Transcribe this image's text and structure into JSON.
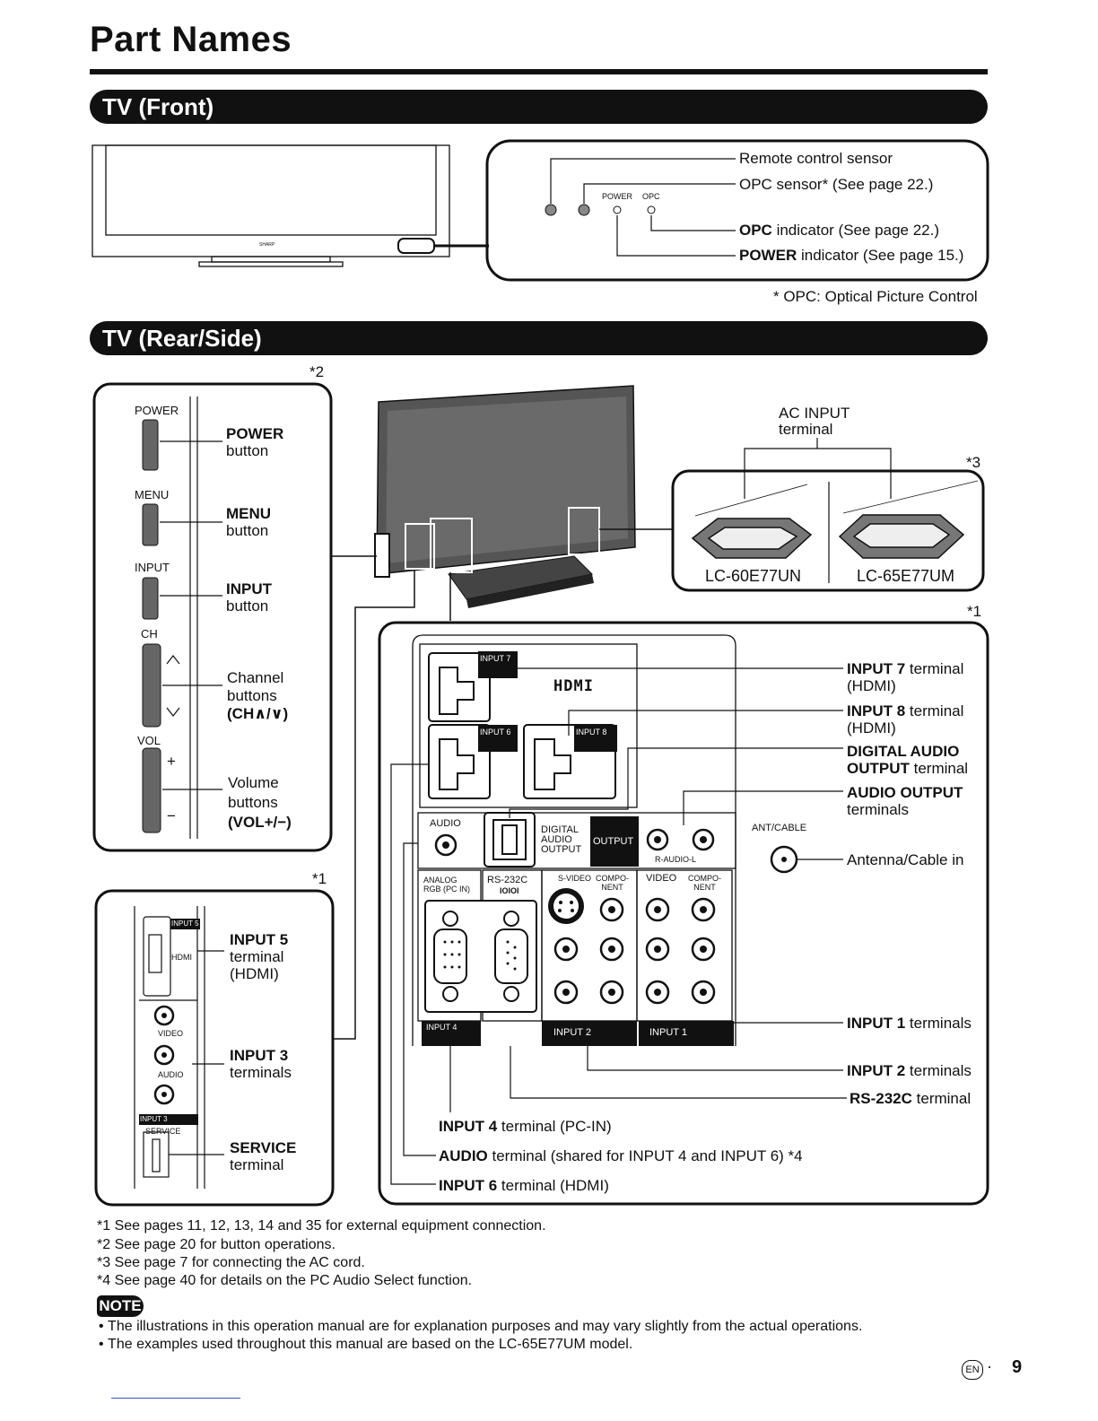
{
  "page": {
    "title": "Part Names",
    "page_number": "9",
    "lang_badge": "EN"
  },
  "front": {
    "header": "TV (Front)",
    "remote_sensor": "Remote control sensor",
    "opc_sensor": "OPC sensor* (See page 22.)",
    "opc_indicator_bold": "OPC",
    "opc_indicator_rest": " indicator (See page 22.)",
    "power_indicator_bold": "POWER",
    "power_indicator_rest": " indicator (See page 15.)",
    "mini_power": "POWER",
    "mini_opc": "OPC",
    "tv_brand": "SHARP",
    "footnote": "* OPC: Optical Picture Control"
  },
  "rear": {
    "header": "TV (Rear/Side)",
    "star2": "*2",
    "star1_left": "*1",
    "star1_right": "*1",
    "star3": "*3",
    "ac_input_line1": "AC INPUT",
    "ac_input_line2": "terminal",
    "model_60": "LC-60E77UN",
    "model_65": "LC-65E77UM",
    "side_buttons": {
      "power_small": "POWER",
      "menu_small": "MENU",
      "input_small": "INPUT",
      "ch_small": "CH",
      "vol_small": "VOL",
      "plus": "+",
      "minus": "−",
      "power_label_bold": "POWER",
      "power_label_rest": "button",
      "menu_label_bold": "MENU",
      "menu_label_rest": "button",
      "input_label_bold": "INPUT",
      "input_label_rest": "button",
      "channel_line1": "Channel",
      "channel_line2": "buttons",
      "channel_line3": "(CH∧/∨)",
      "volume_line1": "Volume",
      "volume_line2": "buttons",
      "volume_line3": "(VOL+/−)"
    },
    "side_terminals": {
      "input5_small": "INPUT 5",
      "hdmi_small": "HDMI",
      "video_small": "VIDEO",
      "audio_small": "AUDIO",
      "input3_small": "INPUT 3",
      "service_small": "SERVICE",
      "input5_bold": "INPUT 5",
      "input5_line2": "terminal",
      "input5_line3": "(HDMI)",
      "input3_bold": "INPUT 3",
      "input3_line2": "terminals",
      "service_bold": "SERVICE",
      "service_line2": "terminal"
    },
    "rear_panel": {
      "input7_small": "INPUT 7",
      "input6_small": "INPUT 6",
      "input8_small": "INPUT 8",
      "hdmi_logo": "HDMI",
      "audio_small": "AUDIO",
      "digital_audio_output_small": [
        "DIGITAL",
        "AUDIO",
        "OUTPUT"
      ],
      "output_small": "OUTPUT",
      "r_audio_l": "R-AUDIO-L",
      "ant_cable": "ANT/CABLE",
      "analog_rgb": [
        "ANALOG",
        "RGB (PC IN)"
      ],
      "rs232c_small": "RS-232C",
      "rs232c_glyph": "IOIOI",
      "svideo": "S-VIDEO",
      "component": [
        "COMPO-",
        "NENT"
      ],
      "video": "VIDEO",
      "input4_small": "INPUT 4",
      "input2_small": "INPUT 2",
      "input1_small": "INPUT 1",
      "input7_bold": "INPUT 7",
      "input7_rest": " terminal",
      "input7_sub": "(HDMI)",
      "input8_bold": "INPUT 8",
      "input8_rest": " terminal",
      "input8_sub": "(HDMI)",
      "digital_audio_bold1": "DIGITAL AUDIO",
      "digital_audio_bold2": "OUTPUT",
      "digital_audio_rest": " terminal",
      "audio_output_bold": "AUDIO OUTPUT",
      "audio_output_sub": "terminals",
      "antenna": "Antenna/Cable in",
      "input1_bold": "INPUT 1",
      "input1_rest": " terminals",
      "input2_bold": "INPUT 2",
      "input2_rest": " terminals",
      "rs232c_bold": "RS-232C",
      "rs232c_rest": " terminal",
      "input4_bold": "INPUT 4",
      "input4_rest": " terminal (PC-IN)",
      "audio_bold": "AUDIO",
      "audio_rest": " terminal (shared for INPUT 4 and INPUT 6) *4",
      "input6_bold": "INPUT 6",
      "input6_rest": " terminal (HDMI)"
    }
  },
  "footnotes": [
    "*1 See pages 11, 12, 13, 14 and 35 for external equipment connection.",
    "*2 See page 20 for button operations.",
    "*3 See page 7 for connecting the AC cord.",
    "*4 See page 40 for details on the PC Audio Select function."
  ],
  "note": {
    "badge": "NOTE",
    "items": [
      "The illustrations in this operation manual are for explanation purposes and may vary slightly from the actual operations.",
      "The examples used throughout this manual are based on the LC-65E77UM model."
    ]
  }
}
